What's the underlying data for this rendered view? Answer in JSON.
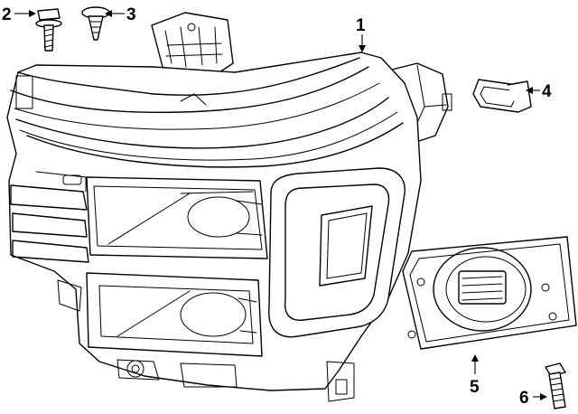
{
  "callouts": [
    {
      "id": "1",
      "label": "1"
    },
    {
      "id": "2",
      "label": "2"
    },
    {
      "id": "3",
      "label": "3"
    },
    {
      "id": "4",
      "label": "4"
    },
    {
      "id": "5",
      "label": "5"
    },
    {
      "id": "6",
      "label": "6"
    }
  ],
  "parts": [
    {
      "callout": "1",
      "icon": "headlamp-assembly"
    },
    {
      "callout": "2",
      "icon": "mounting-bolt"
    },
    {
      "callout": "3",
      "icon": "push-pin-fastener"
    },
    {
      "callout": "4",
      "icon": "grommet-seal"
    },
    {
      "callout": "5",
      "icon": "access-cover-panel"
    },
    {
      "callout": "6",
      "icon": "adjuster-screw"
    }
  ]
}
